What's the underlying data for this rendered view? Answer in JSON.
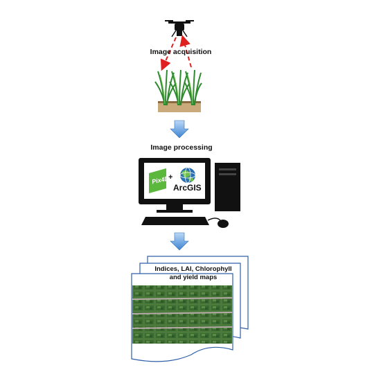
{
  "labels": {
    "step1": "Image acquisition",
    "step2": "Image processing",
    "maps_title": "Indices, LAI, Chlorophyll and yield maps"
  },
  "software": {
    "pix4d_mark": "Pix4D",
    "plus": "+",
    "arcgis": "ArcGIS"
  },
  "colors": {
    "flow_arrow": "#4a90d9",
    "signal_arrow": "#e02020",
    "plant": "#3a9a3a",
    "soil": "#c8a878",
    "pix4d": "#5cb83c",
    "globe": "#2a6fb0"
  },
  "icons": [
    "drone-icon",
    "plants-icon",
    "computer-icon",
    "pix4d-logo-icon",
    "arcgis-globe-icon",
    "maps-stack-icon"
  ]
}
